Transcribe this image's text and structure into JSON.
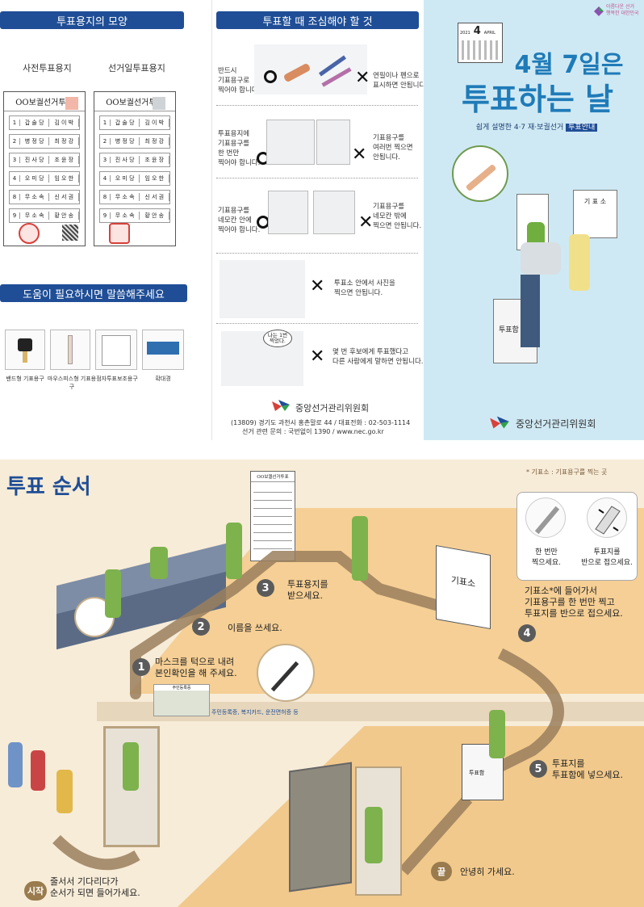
{
  "top": {
    "panel1": {
      "ballot_tab": "투표용지의 모양",
      "early_label": "사전투표용지",
      "election_label": "선거일투표용지",
      "ballot_title": "OO보궐선거투표",
      "rows": [
        {
          "n": "1",
          "party": "갑 술 당",
          "name": "김 이 박"
        },
        {
          "n": "2",
          "party": "병 정 당",
          "name": "최 정 강"
        },
        {
          "n": "3",
          "party": "진 사 당",
          "name": "조 윤 장"
        },
        {
          "n": "4",
          "party": "오 미 당",
          "name": "임 오 한"
        },
        {
          "n": "8",
          "party": "무 소 속",
          "name": "신 서 권"
        },
        {
          "n": "9",
          "party": "무 소 속",
          "name": "황 안 송"
        }
      ],
      "help_tab": "도움이 필요하시면 말씀해주세요",
      "tools": [
        "밴드형 기표용구",
        "마우스피스형 기표용구",
        "점자투표보조용구",
        "확대경"
      ]
    },
    "panel2": {
      "caution_tab": "투표할 때 조심해야 할 것",
      "rules": [
        {
          "left": "반드시\n기표용구로\n찍어야 합니다.",
          "right": "연필이나 펜으로\n표시하면 안됩니다."
        },
        {
          "left": "투표용지에\n기표용구를\n한 번만\n찍어야 합니다.",
          "right": "기표용구를\n여러번 찍으면\n안됩니다."
        },
        {
          "left": "기표용구를\n네모칸 안에\n찍어야 합니다.",
          "right": "기표용구를\n네모칸 밖에\n찍으면 안됩니다."
        },
        {
          "left": "",
          "right": "투표소 안에서 사진을\n찍으면 안됩니다."
        },
        {
          "left": "",
          "right": "몇 번 후보에게 투표했다고\n다른 사람에게 말하면 안됩니다."
        }
      ],
      "speech": "나는 1번\n찍었다.",
      "org": "중앙선거관리위원회",
      "address": "(13809) 경기도 과천시 홍촌말로 44 / 대표전화 : 02-503-1114",
      "contact": "선거 관련 문의 : 국번없이 1390 / www.nec.go.kr"
    },
    "panel3": {
      "slogan": "아름다운 선거\n행복한 대한민국",
      "month_label": "2021",
      "cal_day": "4",
      "cal_month": "APRIL",
      "date": "4월 7일은",
      "headline": "투표하는 날",
      "subtitle": "쉽게 설명한 4·7 재·보궐선거",
      "badge": "투표안내",
      "booth_label": "기 표 소",
      "box_label": "투표함",
      "org": "중앙선거관리위원회"
    }
  },
  "bottom": {
    "title": "투표 순서",
    "legend": "* 기표소 : 기표용구를 찍는 곳",
    "steps": [
      {
        "n": "1",
        "text": "마스크를 턱으로 내려\n본인확인을 해 주세요."
      },
      {
        "n": "2",
        "text": "이름을 쓰세요."
      },
      {
        "n": "3",
        "text": "투표용지를\n받으세요."
      },
      {
        "n": "4",
        "text": "기표소*에 들어가서\n기표용구를 한 번만 찍고\n투표지를 반으로 접으세요."
      },
      {
        "n": "5",
        "text": "투표지를\n투표함에 넣으세요."
      }
    ],
    "id_card": "주민등록증",
    "id_caption": "주민등록증, 복지카드, 운전면허증 등",
    "inset_left": "한 번만\n찍으세요.",
    "inset_right": "투표지를\n반으로 접으세요.",
    "booth_label": "기표소",
    "box_label": "투표함",
    "ballot_title": "OO보궐선거투표",
    "start_pill": "시작",
    "start_text": "줄서서 기다리다가\n순서가 되면 들어가세요.",
    "end_pill": "끝",
    "end_text": "안녕히 가세요."
  }
}
